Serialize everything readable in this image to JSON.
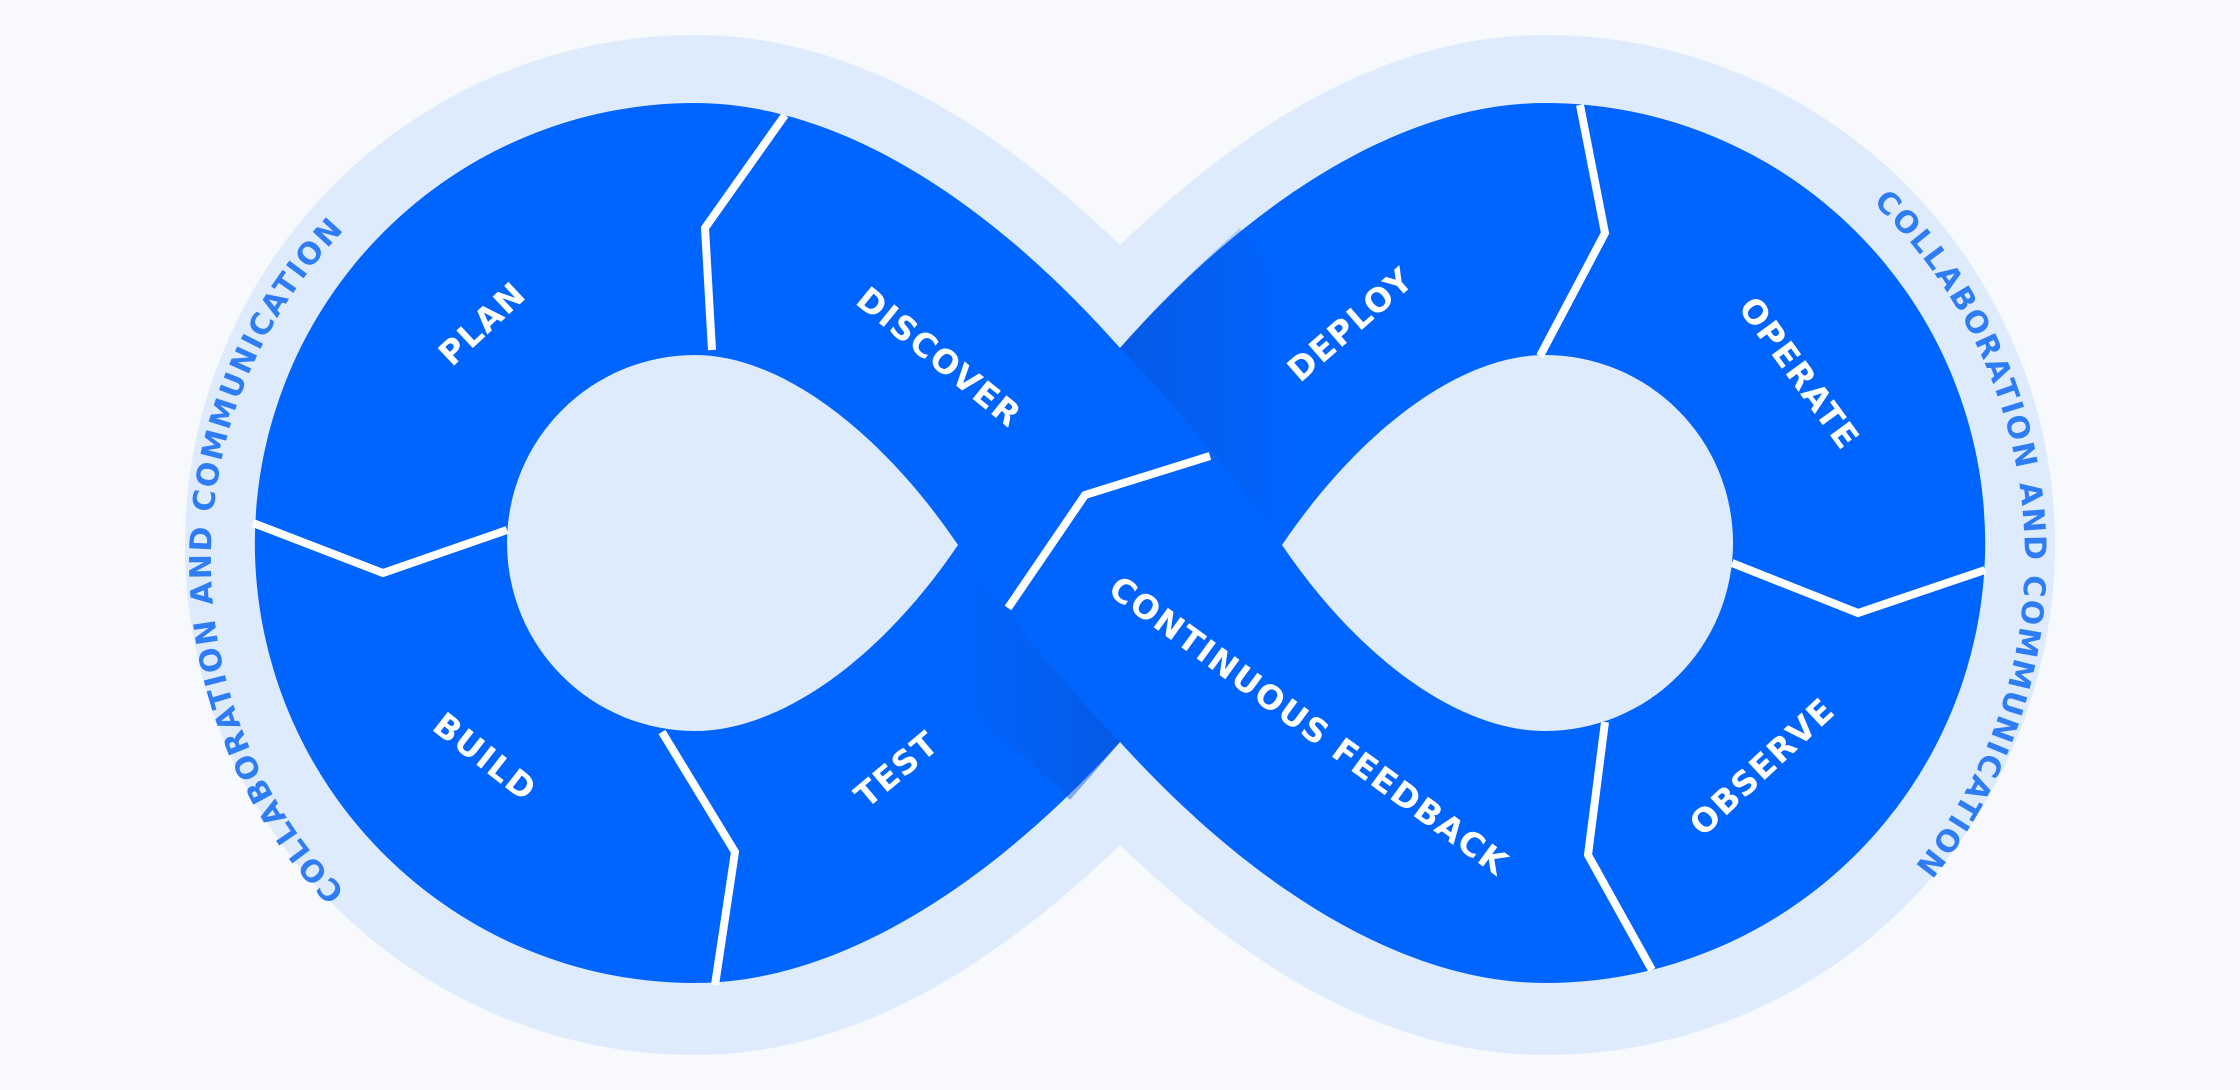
{
  "phases": {
    "plan": "PLAN",
    "discover": "DISCOVER",
    "build": "BUILD",
    "test": "TEST",
    "deploy": "DEPLOY",
    "operate": "OPERATE",
    "observe": "OBSERVE",
    "continuous_feedback": "CONTINUOUS FEEDBACK"
  },
  "ring": {
    "left_label": "COLLABORATION AND COMMUNICATION",
    "right_label": "COLLABORATION AND COMMUNICATION"
  },
  "colors": {
    "band": "#0065ff",
    "band_shadow": "#0a52d6",
    "halo": "#deebfc",
    "ring_text": "#2f7df6",
    "background": "#f7f9fc"
  }
}
